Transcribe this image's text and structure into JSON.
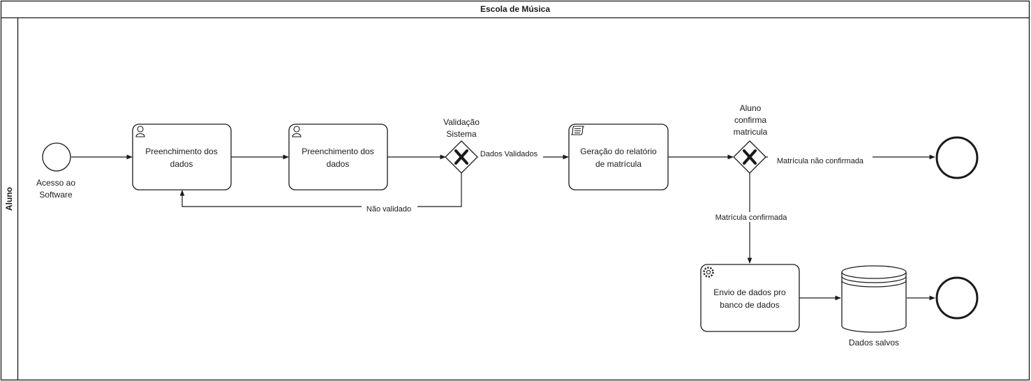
{
  "pool": {
    "title": "Escola de Música",
    "lane": "Aluno"
  },
  "events": {
    "start_label_line1": "Acesso ao",
    "start_label_line2": "Software"
  },
  "tasks": {
    "fill_1": [
      "Preenchimento dos",
      "dados"
    ],
    "fill_2": [
      "Preenchimento dos",
      "dados"
    ],
    "report": [
      "Geração do relatório",
      "de matrícula"
    ],
    "send": [
      "Envio de dados pro",
      "banco de dados"
    ]
  },
  "gateways": {
    "validation": [
      "Validação",
      "Sistema"
    ],
    "confirm": [
      "Aluno",
      "confirma",
      "matricula"
    ]
  },
  "flows": {
    "validated": "Dados Validados",
    "not_validated": "Não validado",
    "not_confirmed": "Matrícula não confirmada",
    "confirmed": "Matrícula confirmada"
  },
  "datastore": {
    "label": "Dados salvos"
  }
}
